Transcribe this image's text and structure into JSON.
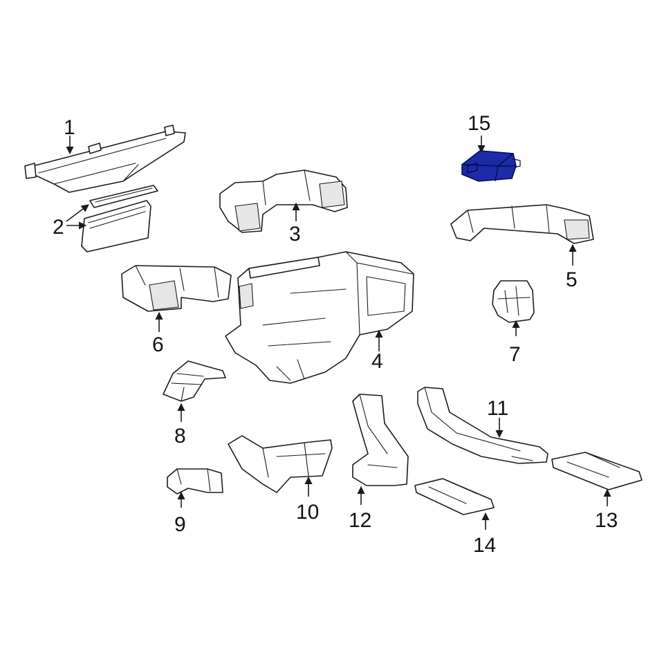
{
  "diagram": {
    "highlight_color": "#1c2ba8",
    "callouts": {
      "c1": "1",
      "c2": "2",
      "c3": "3",
      "c4": "4",
      "c5": "5",
      "c6": "6",
      "c7": "7",
      "c8": "8",
      "c9": "9",
      "c10": "10",
      "c11": "11",
      "c12": "12",
      "c13": "13",
      "c14": "14",
      "c15": "15"
    }
  }
}
